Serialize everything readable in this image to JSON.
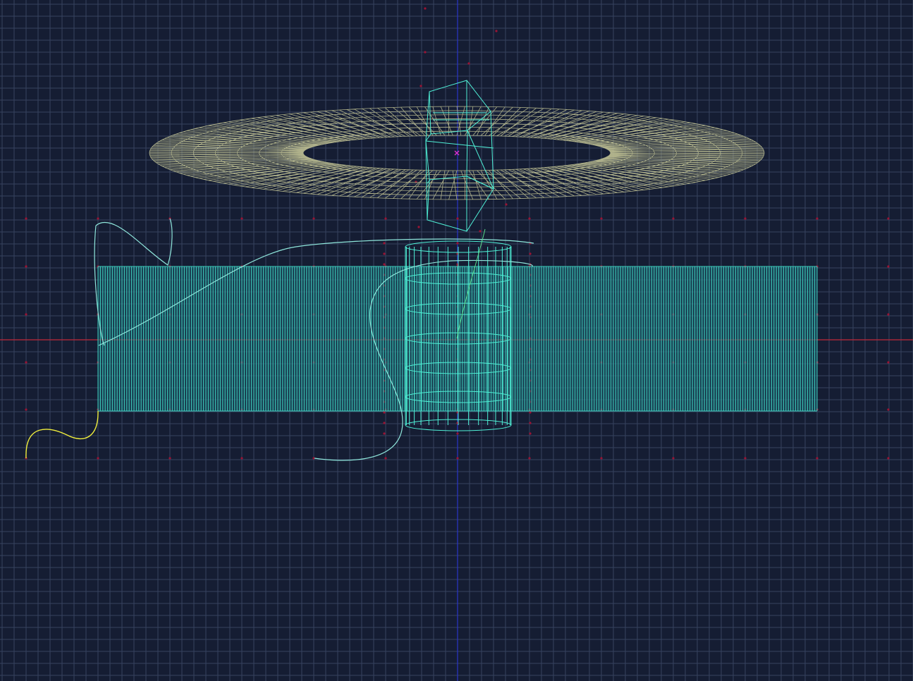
{
  "viewport": {
    "view": "orthographic-front",
    "colors": {
      "background": "#151d33",
      "grid_line": "#3a4764",
      "axis_horizontal": "#c0283a",
      "axis_vertical": "#2a35c8",
      "mesh_cyan": "#4ff0d6",
      "mesh_cyan_dense": "#3fd8c4",
      "ring_mesh": "#b7b98f",
      "curve_cyan": "#8fe7dc",
      "curve_selected": "#f0ee3c",
      "control_point": "#9a1434",
      "pivot_marker": "#e02ed0"
    },
    "objects": [
      {
        "name": "torus-ring-mesh",
        "kind": "annulus wireframe",
        "color_key": "ring_mesh"
      },
      {
        "name": "twisted-box-wireframe",
        "kind": "prism wireframe",
        "color_key": "mesh_cyan"
      },
      {
        "name": "plane-band-mesh",
        "kind": "subdivided plane",
        "color_key": "mesh_cyan_dense"
      },
      {
        "name": "cylinder-wireframe",
        "kind": "cylinder wireframe",
        "color_key": "mesh_cyan"
      },
      {
        "name": "spline-curve-long",
        "kind": "curve",
        "color_key": "curve_cyan"
      },
      {
        "name": "spline-curve-selected",
        "kind": "curve (selected)",
        "color_key": "curve_selected"
      }
    ]
  }
}
